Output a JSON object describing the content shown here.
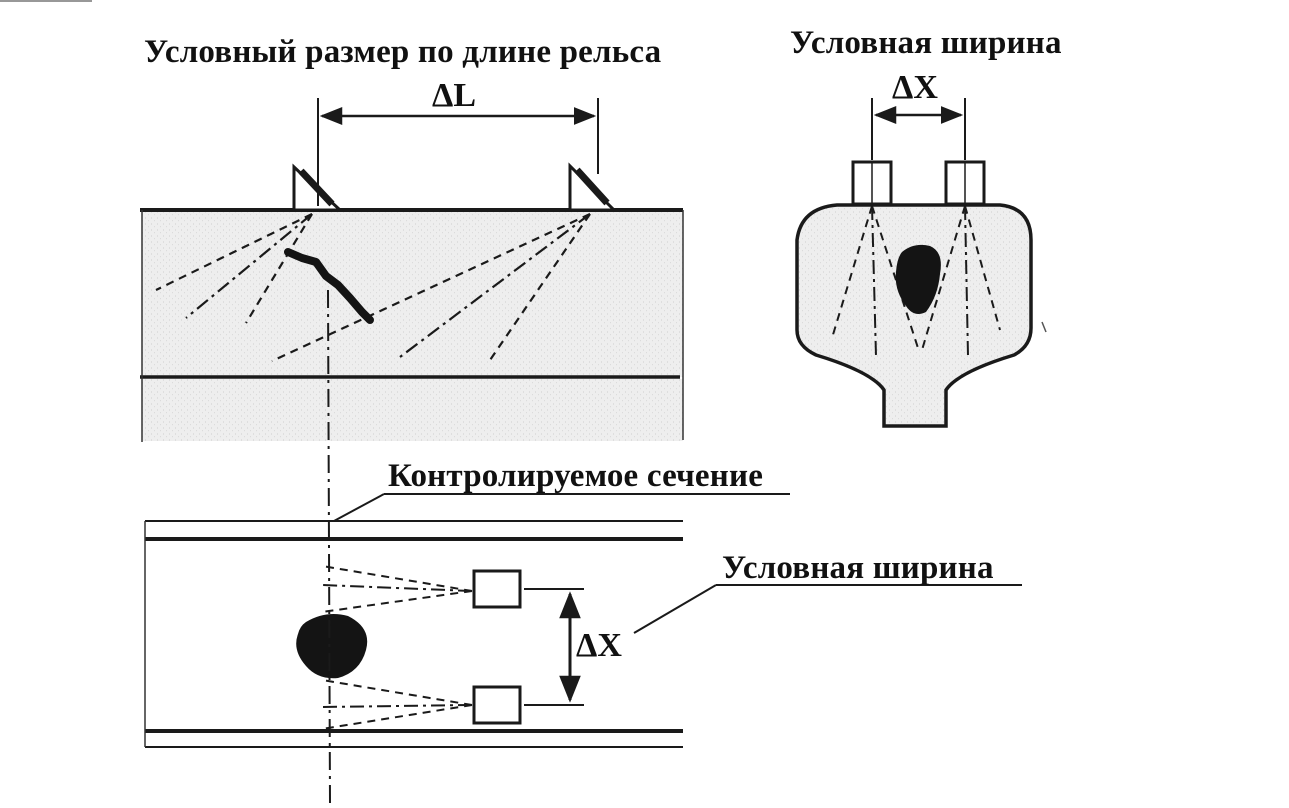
{
  "labels": {
    "title_length": "Условный размер по длине рельса",
    "title_width": "Условная ширина",
    "delta_l": "ΔL",
    "delta_x_top": "ΔX",
    "controlled_section": "Контролируемое сечение",
    "side_width": "Условная ширина",
    "delta_x_bottom": "ΔX"
  },
  "colors": {
    "ink": "#1a1a1a",
    "rail_fill": "#ececec",
    "defect": "#141414",
    "probe_fill": "#ffffff"
  }
}
